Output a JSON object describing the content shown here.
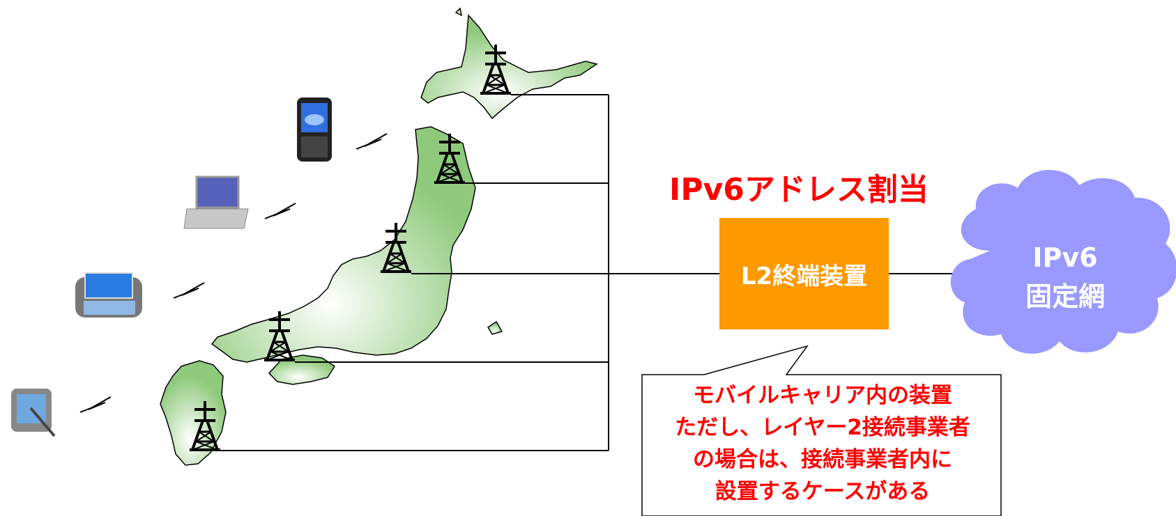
{
  "title": "IPv6アドレス割当",
  "l2_device_label": "L2終端装置",
  "cloud": {
    "line1": "IPv6",
    "line2": "固定網"
  },
  "callout": {
    "line1": "モバイルキャリア内の装置",
    "line2": "ただし、レイヤー2接続事業者",
    "line3": "の場合は、接続事業者内に",
    "line4": "設置するケースがある"
  },
  "colors": {
    "title": "#ff0000",
    "l2_box": "#ff9900",
    "cloud": "#9999ff",
    "map": "#99cc88",
    "callout_text": "#ff0000"
  },
  "icons": [
    "tower-icon",
    "mobile-phone-icon",
    "laptop-icon",
    "handheld-device-icon",
    "tablet-icon",
    "wireless-signal-icon"
  ]
}
